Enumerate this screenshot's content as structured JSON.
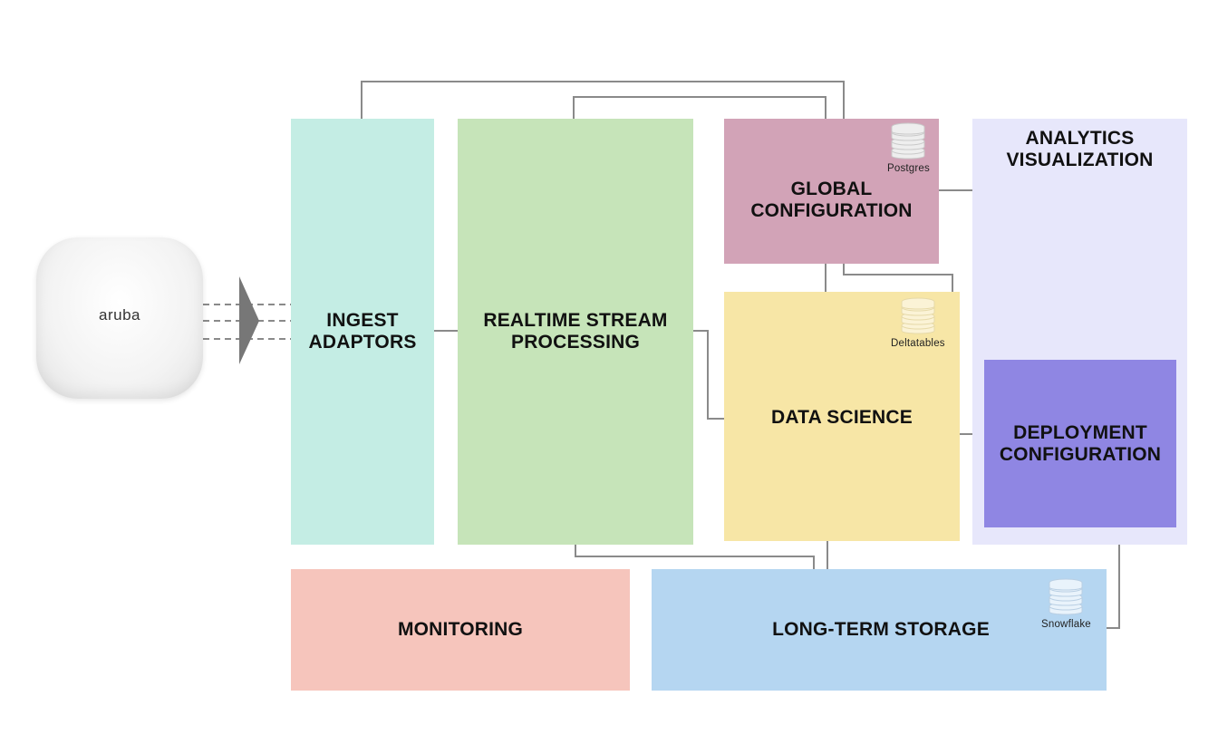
{
  "device": {
    "brand": "aruba"
  },
  "boxes": {
    "ingest": "INGEST\nADAPTORS",
    "stream": "REALTIME STREAM\nPROCESSING",
    "global": "GLOBAL\nCONFIGURATION",
    "data_science": "DATA SCIENCE",
    "analytics": "ANALYTICS\nVISUALIZATION",
    "deployment": "DEPLOYMENT\nCONFIGURATION",
    "monitoring": "MONITORING",
    "storage": "LONG-TERM STORAGE"
  },
  "databases": {
    "postgres": "Postgres",
    "deltatables": "Deltatables",
    "snowflake": "Snowflake"
  },
  "colors": {
    "ingest": "#c4ede4",
    "stream": "#c6e4b9",
    "global": "#d2a3b7",
    "data_science": "#f7e6a6",
    "analytics": "#e7e7fb",
    "deployment": "#8f86e3",
    "monitoring": "#f6c5bc",
    "storage": "#b5d6f1",
    "connector": "#7a7a7a"
  }
}
